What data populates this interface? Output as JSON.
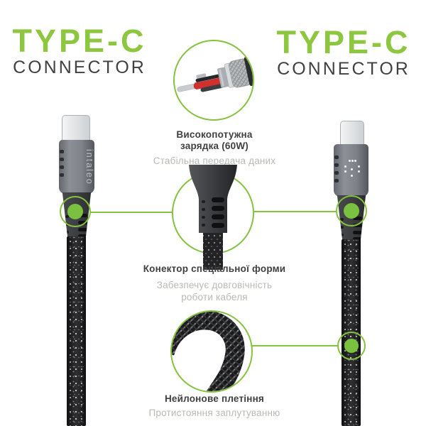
{
  "colors": {
    "accent_green": "#8dc63f",
    "line_green": "#85c23f",
    "dot_green": "#79c13f",
    "title_dark": "#3f3f3f",
    "subtitle_gray": "#b9b9b6",
    "cable_dark": "#232325",
    "connector_gray": "#7e8288"
  },
  "headings": {
    "left": {
      "title": "TYPE-C",
      "subtitle": "CONNECTOR"
    },
    "right": {
      "title": "TYPE-C",
      "subtitle": "CONNECTOR"
    }
  },
  "features": [
    {
      "title1": "Високопотужна",
      "title2": "зарядка (60W)",
      "sub1": "Стабільна передача даних"
    },
    {
      "title1": "Конектор спеціальної форми",
      "sub1": "Забезпечує довговічність",
      "sub2": "роботи кабеля"
    },
    {
      "title1": "Нейлонове плетіння",
      "sub1": "Протистояння заплутуванню"
    }
  ],
  "brand": {
    "connector_label": "intaleo"
  },
  "icons": {
    "circle1": "exploded-connector-illustration",
    "circle2": "strain-relief-illustration",
    "circle3": "braided-cable-bend-illustration",
    "emblem": "intaleo-dots-logo"
  }
}
